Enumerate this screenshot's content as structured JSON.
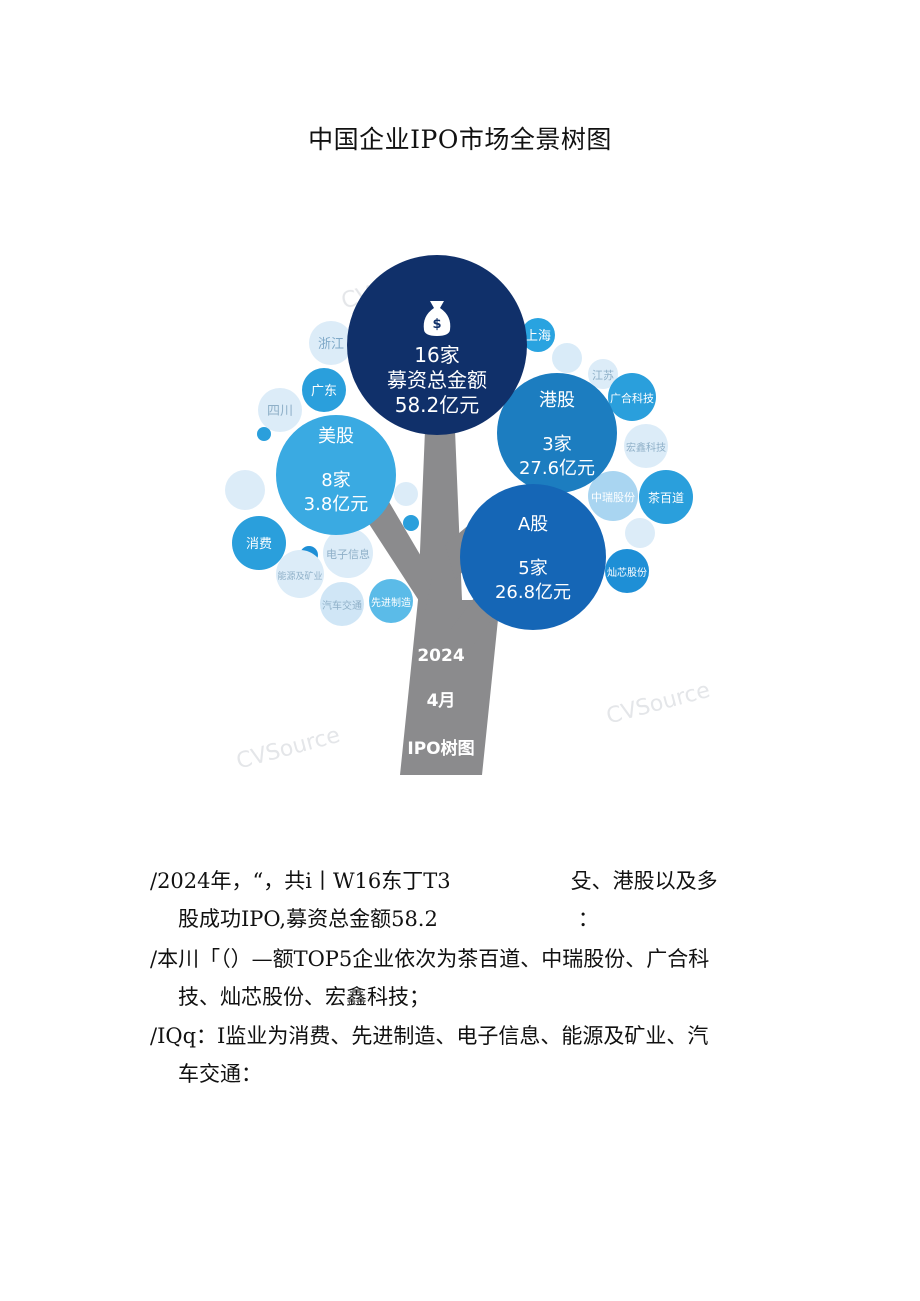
{
  "title": "中国企业IPO市场全景树图",
  "infographic": {
    "main": {
      "count": "16家",
      "label": "募资总金额",
      "amount": "58.2亿元",
      "icon": "money-bag-icon",
      "color": "#10306a"
    },
    "us": {
      "name": "美股",
      "count": "8家",
      "amount": "3.8亿元",
      "color": "#3aaae2"
    },
    "hk": {
      "name": "港股",
      "count": "3家",
      "amount": "27.6亿元",
      "color": "#1c7dc0"
    },
    "a": {
      "name": "A股",
      "count": "5家",
      "amount": "26.8亿元",
      "color": "#1566b6"
    },
    "trunk": {
      "year": "2024",
      "month": "4月",
      "label": "IPO树图",
      "color": "#8b8b8d"
    },
    "regions": [
      "上海",
      "浙江",
      "广东",
      "四川",
      "江苏"
    ],
    "industries": [
      "消费",
      "能源及矿业",
      "电子信息",
      "汽车交通",
      "先进制造"
    ],
    "companies": [
      "广合科技",
      "宏鑫科技",
      "中瑞股份",
      "茶百道",
      "灿芯股份"
    ],
    "watermark": "CVSource"
  },
  "paragraphs": [
    {
      "line1a": "/2024年，“，共i丨W16东丁T3",
      "line1b": "殳、港股以及多",
      "line2a": "股成功IPO,募资总金额58.2",
      "line2b": "："
    },
    {
      "line1": "/本川「（）—额TOP5企业依次为茶百道、中瑞股份、广合科",
      "line2": "技、灿芯股份、宏鑫科技；"
    },
    {
      "line1": "/IQq：I监业为消费、先进制造、电子信息、能源及矿业、汽",
      "line2": "车交通："
    }
  ]
}
